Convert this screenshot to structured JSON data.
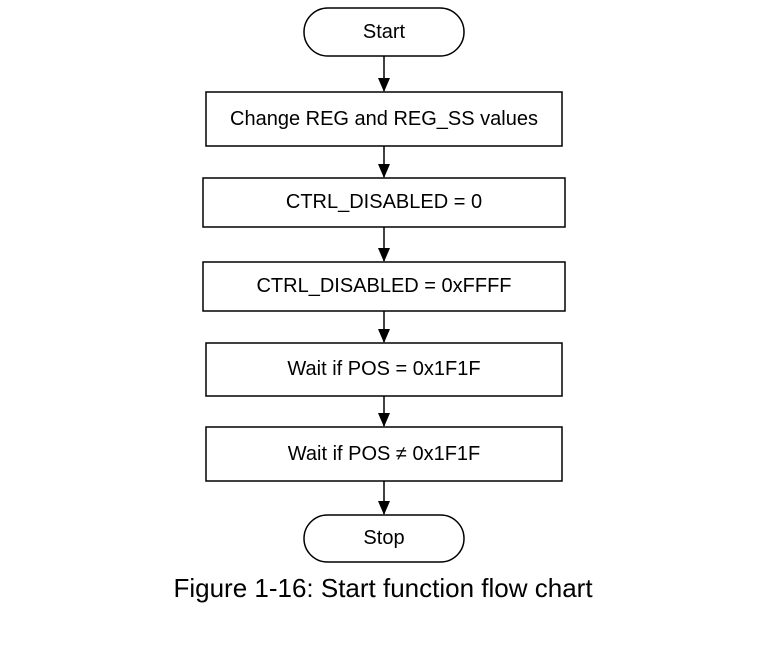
{
  "nodes": [
    {
      "id": "start",
      "shape": "terminal",
      "label": "Start"
    },
    {
      "id": "change-reg",
      "shape": "process",
      "label": "Change REG and REG_SS values"
    },
    {
      "id": "ctrl-disabled-0",
      "shape": "process",
      "label": "CTRL_DISABLED = 0"
    },
    {
      "id": "ctrl-disabled-ffff",
      "shape": "process",
      "label": "CTRL_DISABLED = 0xFFFF"
    },
    {
      "id": "wait-pos-eq",
      "shape": "process",
      "label": "Wait if POS = 0x1F1F"
    },
    {
      "id": "wait-pos-neq",
      "shape": "process",
      "label": "Wait if POS ≠ 0x1F1F"
    },
    {
      "id": "stop",
      "shape": "terminal",
      "label": "Stop"
    }
  ],
  "edges": [
    {
      "from": "start",
      "to": "change-reg"
    },
    {
      "from": "change-reg",
      "to": "ctrl-disabled-0"
    },
    {
      "from": "ctrl-disabled-0",
      "to": "ctrl-disabled-ffff"
    },
    {
      "from": "ctrl-disabled-ffff",
      "to": "wait-pos-eq"
    },
    {
      "from": "wait-pos-eq",
      "to": "wait-pos-neq"
    },
    {
      "from": "wait-pos-neq",
      "to": "stop"
    }
  ],
  "caption": "Figure 1-16: Start function flow chart",
  "colors": {
    "stroke": "#000000",
    "fill": "#ffffff",
    "text": "#000000"
  }
}
